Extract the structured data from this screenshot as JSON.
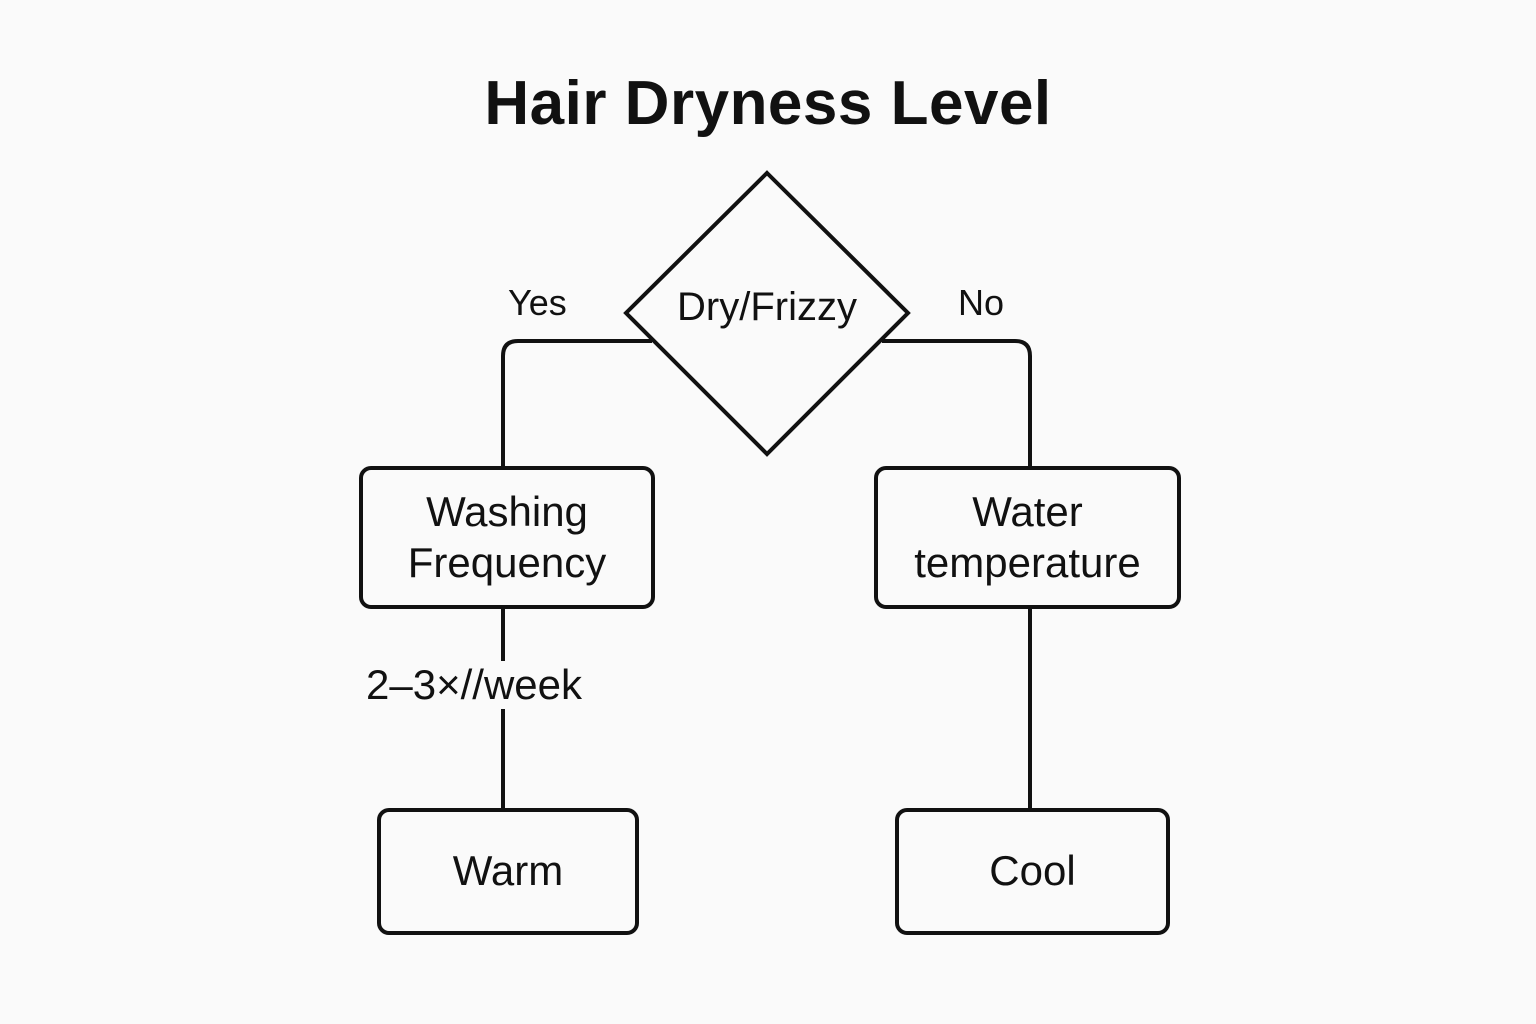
{
  "title": "Hair Dryness Level",
  "decision": {
    "label": "Dry/Frizzy",
    "yes_label": "Yes",
    "no_label": "No"
  },
  "nodes": {
    "left_mid": "Washing\nFrequency",
    "right_mid": "Water\ntemperature",
    "left_bottom": "Warm",
    "right_bottom": "Cool"
  },
  "edge_labels": {
    "left_mid_to_bottom": "2–3×//week"
  }
}
